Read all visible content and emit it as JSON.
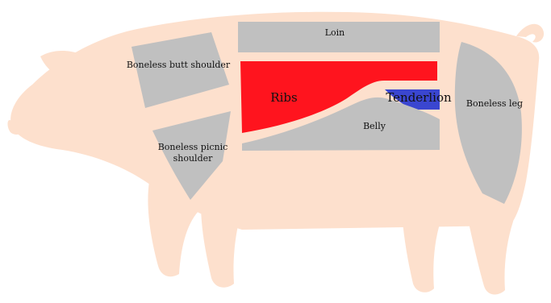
{
  "diagram": {
    "cuts": {
      "loin": {
        "label": "Loin",
        "color": "#c0c0c0"
      },
      "butt_shoulder": {
        "label": "Boneless butt shoulder",
        "color": "#c0c0c0"
      },
      "ribs": {
        "label": "Ribs",
        "color": "#ff141e"
      },
      "tenderloin": {
        "label": "Tenderlion",
        "color": "#3a46d0"
      },
      "leg": {
        "label": "Boneless leg",
        "color": "#c0c0c0"
      },
      "belly": {
        "label": "Belly",
        "color": "#c0c0c0"
      },
      "picnic_shoulder": {
        "label_line1": "Boneless picnic",
        "label_line2": "shoulder",
        "color": "#c0c0c0"
      }
    },
    "body_color": "#fde0cd"
  }
}
